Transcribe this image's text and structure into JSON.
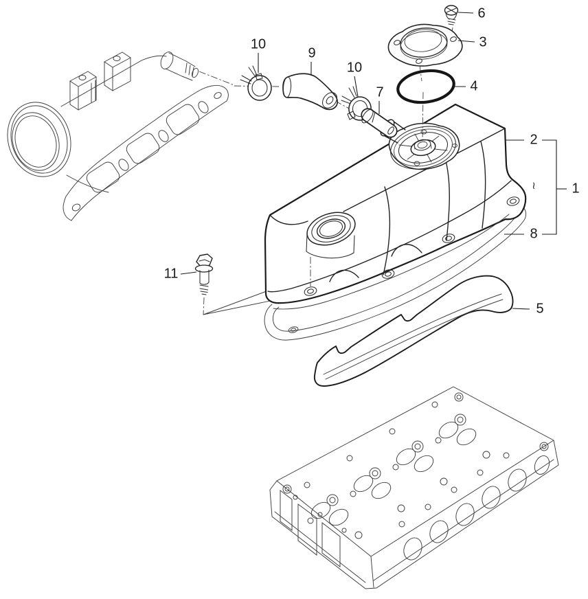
{
  "colors": {
    "background": "#ffffff",
    "line": "#1b1b1b"
  },
  "callouts": {
    "c1": "1",
    "c2": "2",
    "c3": "3",
    "c4": "4",
    "c5": "5",
    "c6": "6",
    "c7": "7",
    "c8": "8",
    "c9": "9",
    "c10a": "10",
    "c10b": "10",
    "c11": "11",
    "squiggle": "≀"
  }
}
